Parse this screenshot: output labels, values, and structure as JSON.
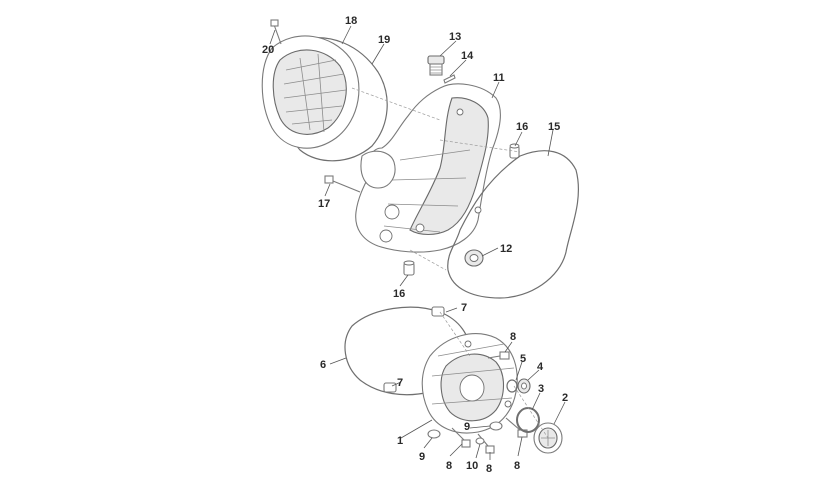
{
  "callouts": [
    {
      "key": "c1",
      "text": "1"
    },
    {
      "key": "c2",
      "text": "2"
    },
    {
      "key": "c3",
      "text": "3"
    },
    {
      "key": "c4",
      "text": "4"
    },
    {
      "key": "c5",
      "text": "5"
    },
    {
      "key": "c6",
      "text": "6"
    },
    {
      "key": "c7a",
      "text": "7"
    },
    {
      "key": "c7b",
      "text": "7"
    },
    {
      "key": "c8a",
      "text": "8"
    },
    {
      "key": "c8b",
      "text": "8"
    },
    {
      "key": "c8c",
      "text": "8"
    },
    {
      "key": "c8d",
      "text": "8"
    },
    {
      "key": "c9a",
      "text": "9"
    },
    {
      "key": "c9b",
      "text": "9"
    },
    {
      "key": "c10",
      "text": "10"
    },
    {
      "key": "c11",
      "text": "11"
    },
    {
      "key": "c12",
      "text": "12"
    },
    {
      "key": "c13",
      "text": "13"
    },
    {
      "key": "c14",
      "text": "14"
    },
    {
      "key": "c15",
      "text": "15"
    },
    {
      "key": "c16a",
      "text": "16"
    },
    {
      "key": "c16b",
      "text": "16"
    },
    {
      "key": "c17",
      "text": "17"
    },
    {
      "key": "c18",
      "text": "18"
    },
    {
      "key": "c19",
      "text": "19"
    },
    {
      "key": "c20",
      "text": "20"
    }
  ]
}
